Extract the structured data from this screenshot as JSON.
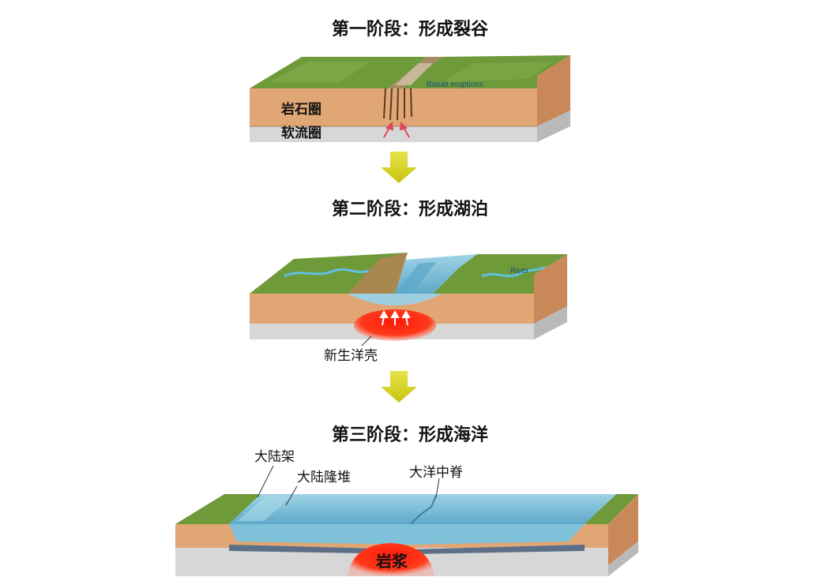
{
  "stages": [
    {
      "title": "第一阶段：形成裂谷",
      "labels": {
        "lithosphere": "岩石圈",
        "asthenosphere": "软流圈",
        "basalt": "Basalt eruptions"
      }
    },
    {
      "title": "第二阶段：形成湖泊",
      "labels": {
        "river": "River",
        "new_crust": "新生洋壳"
      }
    },
    {
      "title": "第三阶段：形成海洋",
      "labels": {
        "shelf": "大陆架",
        "rise": "大陆隆堆",
        "ridge": "大洋中脊",
        "magma": "岩浆"
      }
    }
  ],
  "colors": {
    "grass": "#6e9a3a",
    "soil": "#e0a774",
    "mantle": "#d7d7d7",
    "water": "#7fc1d9",
    "magma": "#ff2a10",
    "arrow": "#d7d418"
  }
}
